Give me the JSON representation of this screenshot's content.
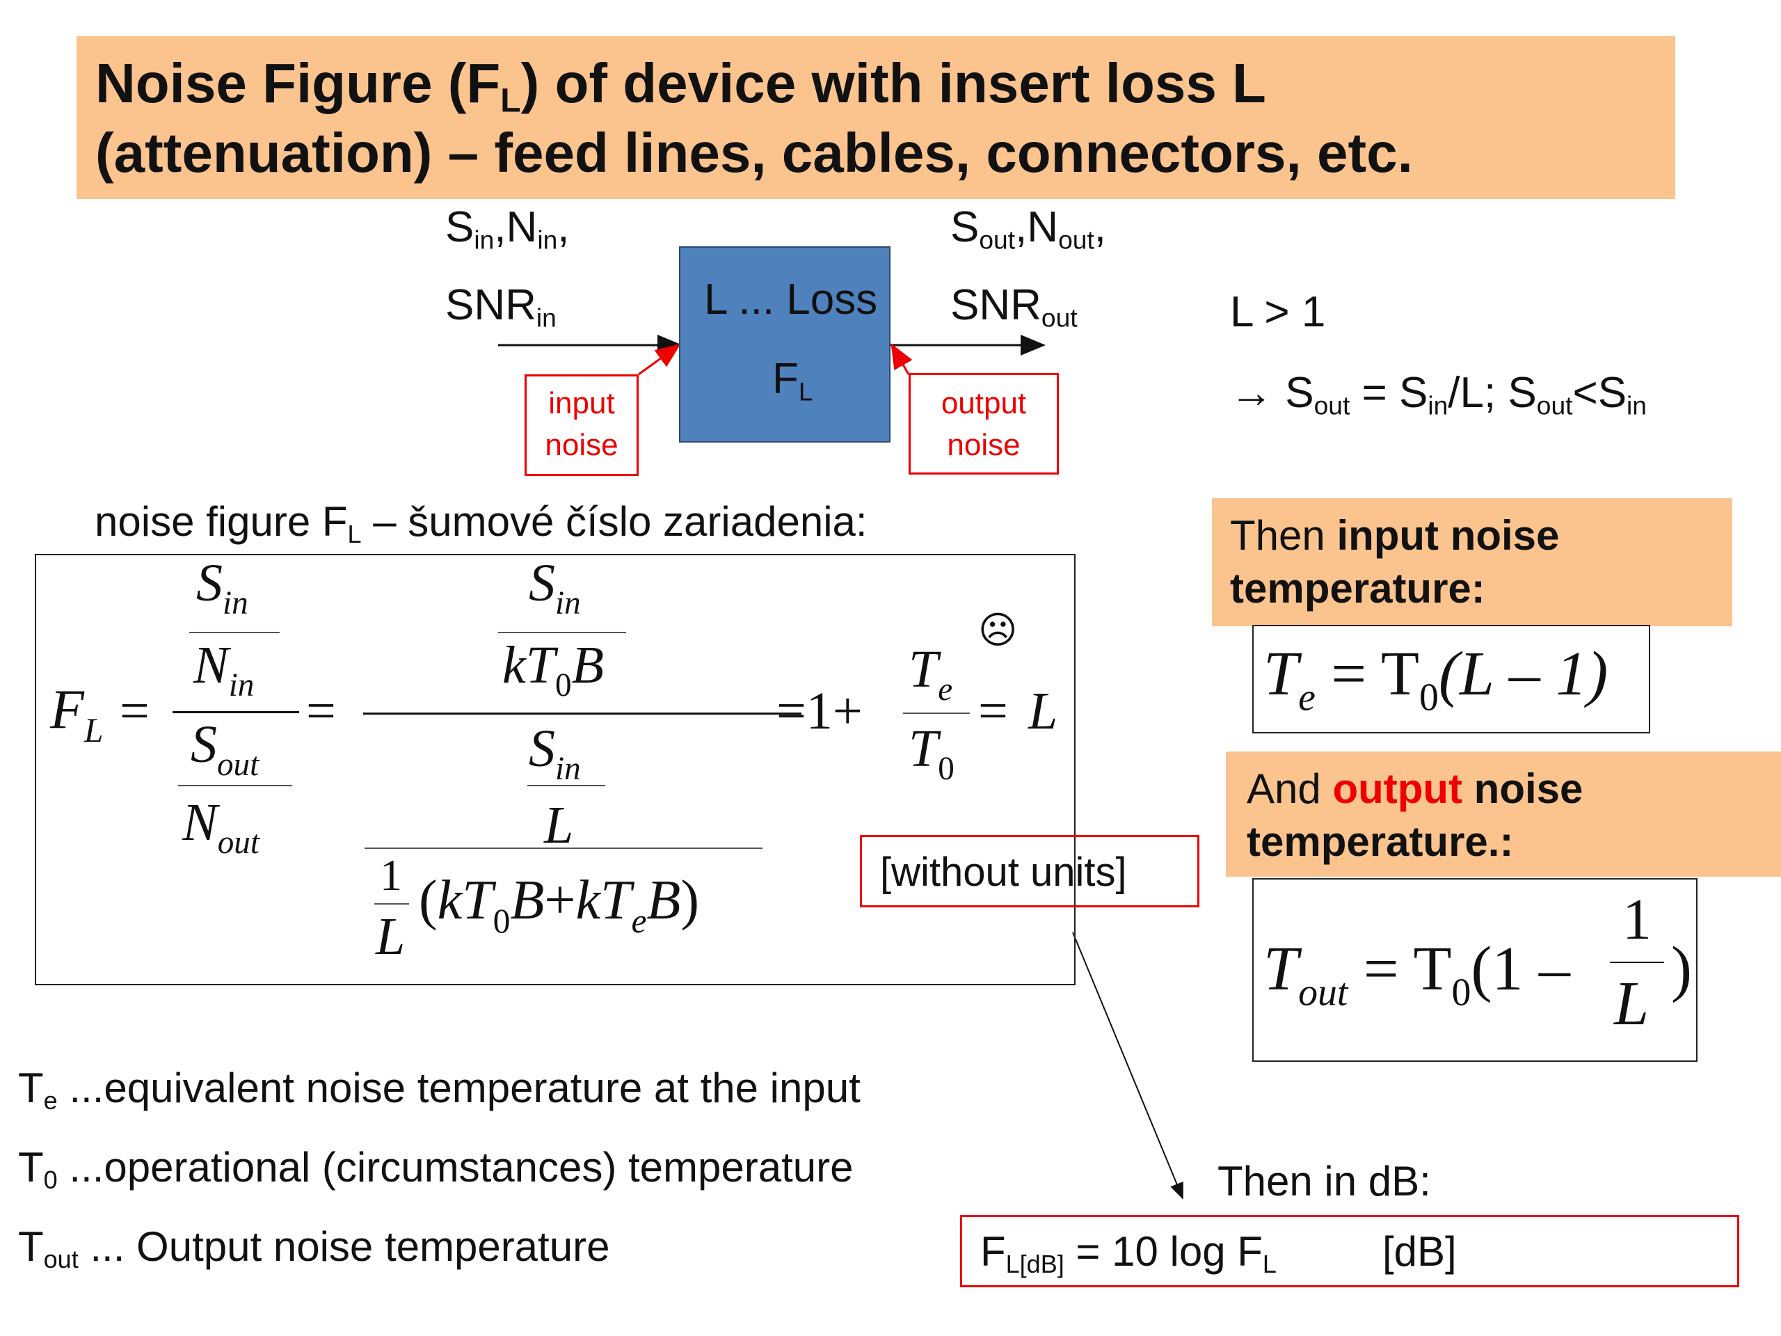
{
  "title": {
    "line1_pre": "Noise Figure (F",
    "line1_sub": "L",
    "line1_post": ") of device with insert loss L",
    "line2": "(attenuation) – feed lines, cables, connectors, etc."
  },
  "diagram": {
    "in_S": "S",
    "in_S_sub": "in",
    "in_N": ",N",
    "in_N_sub": "in",
    "in_comma": ",",
    "in_SNR": "SNR",
    "in_SNR_sub": "in",
    "out_S": "S",
    "out_S_sub": "out",
    "out_N": ",N",
    "out_N_sub": "out",
    "out_comma": ",",
    "out_SNR": "SNR",
    "out_SNR_sub": "out",
    "block_label": "L ... Loss",
    "block_F": "F",
    "block_F_sub": "L",
    "input_noise_1": "input",
    "input_noise_2": "noise",
    "output_noise_1": "output",
    "output_noise_2": "noise"
  },
  "conditions": {
    "l_gt_1": "L > 1",
    "arrow": "→",
    "s1": "S",
    "s1_sub": "out",
    "eq1": " = S",
    "eq1_sub": "in",
    "eq1_tail": "/L;  S",
    "s2_sub": "out",
    "lt": "<S",
    "lt_sub": "in"
  },
  "noise_figure_label": {
    "pre": "noise figure F",
    "sub": "L",
    "post": " – šumové číslo zariadenia:"
  },
  "formula": {
    "F": "F",
    "F_sub": "L",
    "eq": "=",
    "S": "S",
    "N": "N",
    "in": "in",
    "out": "out",
    "kT0B": "kT",
    "zero": "0",
    "B": "B",
    "L": "L",
    "one": "1",
    "plus": "+",
    "T": "T",
    "e": "e",
    "lparen": "(",
    "rparen": ")",
    "tail_1": "=1+",
    "tail_eq": "=",
    "frown": "☹"
  },
  "without_units": "[without units]",
  "input_temp": {
    "pre": "Then ",
    "bold": "input noise",
    "line2": "temperature:",
    "formula_T": "T",
    "formula_e": "e",
    "formula_rhs_pre": " = T",
    "formula_zero": "0",
    "formula_rhs_post": "(L – 1)"
  },
  "output_temp": {
    "pre": "And ",
    "red": "output",
    "post": " noise",
    "line2": "temperature.:",
    "formula_T": "T",
    "formula_out": "out",
    "formula_eq": " = T",
    "formula_zero": "0",
    "formula_paren": "(1 –",
    "formula_one": "1",
    "formula_L": "L",
    "formula_close": ")"
  },
  "legend": {
    "te": "T",
    "te_sub": "e",
    "te_text": " ...equivalent noise temperature at the input",
    "t0": "T",
    "t0_sub": "0",
    "t0_text": " ...operational (circumstances) temperature",
    "tout": "T",
    "tout_sub": "out",
    "tout_text": " ... Output noise temperature"
  },
  "db": {
    "then": "Then in dB:",
    "F": "F",
    "F_sub": "L[dB]",
    "mid": " = 10 log F",
    "mid_sub": "L",
    "unit": "[dB]"
  },
  "colors": {
    "title_bg": "#fbc48f",
    "block": "#4f81bd",
    "accent_red": "#e00000"
  }
}
